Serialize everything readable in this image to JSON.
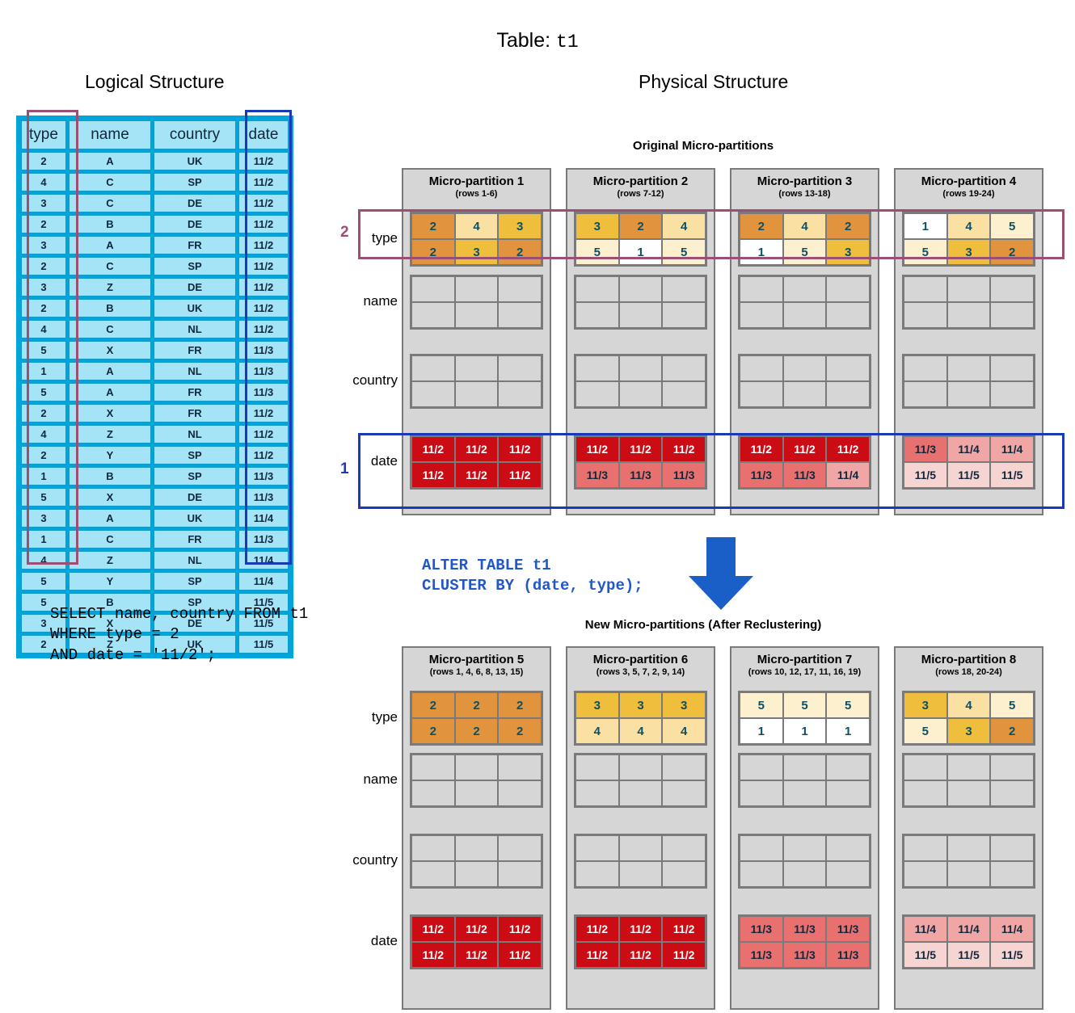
{
  "titles": {
    "table_prefix": "Table:",
    "table_name": "t1",
    "logical": "Logical Structure",
    "physical": "Physical Structure",
    "original_section": "Original Micro-partitions",
    "new_section": "New Micro-partitions (After Reclustering)"
  },
  "logical_table": {
    "columns": [
      "type",
      "name",
      "country",
      "date"
    ],
    "rows": [
      [
        "2",
        "A",
        "UK",
        "11/2"
      ],
      [
        "4",
        "C",
        "SP",
        "11/2"
      ],
      [
        "3",
        "C",
        "DE",
        "11/2"
      ],
      [
        "2",
        "B",
        "DE",
        "11/2"
      ],
      [
        "3",
        "A",
        "FR",
        "11/2"
      ],
      [
        "2",
        "C",
        "SP",
        "11/2"
      ],
      [
        "3",
        "Z",
        "DE",
        "11/2"
      ],
      [
        "2",
        "B",
        "UK",
        "11/2"
      ],
      [
        "4",
        "C",
        "NL",
        "11/2"
      ],
      [
        "5",
        "X",
        "FR",
        "11/3"
      ],
      [
        "1",
        "A",
        "NL",
        "11/3"
      ],
      [
        "5",
        "A",
        "FR",
        "11/3"
      ],
      [
        "2",
        "X",
        "FR",
        "11/2"
      ],
      [
        "4",
        "Z",
        "NL",
        "11/2"
      ],
      [
        "2",
        "Y",
        "SP",
        "11/2"
      ],
      [
        "1",
        "B",
        "SP",
        "11/3"
      ],
      [
        "5",
        "X",
        "DE",
        "11/3"
      ],
      [
        "3",
        "A",
        "UK",
        "11/4"
      ],
      [
        "1",
        "C",
        "FR",
        "11/3"
      ],
      [
        "4",
        "Z",
        "NL",
        "11/4"
      ],
      [
        "5",
        "Y",
        "SP",
        "11/4"
      ],
      [
        "5",
        "B",
        "SP",
        "11/5"
      ],
      [
        "3",
        "X",
        "DE",
        "11/5"
      ],
      [
        "2",
        "Z",
        "UK",
        "11/5"
      ]
    ]
  },
  "sql": {
    "select_query": "SELECT name, country FROM t1\nWHERE type = 2\nAND date = '11/2';",
    "alter_query": "ALTER TABLE t1\nCLUSTER BY (date, type);"
  },
  "row_labels": [
    "type",
    "name",
    "country",
    "date"
  ],
  "highlight_markers": {
    "type_marker": "2",
    "date_marker": "1"
  },
  "original_partitions": [
    {
      "title": "Micro-partition 1",
      "subtitle": "(rows 1-6)",
      "type": [
        "2",
        "4",
        "3",
        "2",
        "3",
        "2"
      ],
      "date": [
        "11/2",
        "11/2",
        "11/2",
        "11/2",
        "11/2",
        "11/2"
      ]
    },
    {
      "title": "Micro-partition 2",
      "subtitle": "(rows 7-12)",
      "type": [
        "3",
        "2",
        "4",
        "5",
        "1",
        "5"
      ],
      "date": [
        "11/2",
        "11/2",
        "11/2",
        "11/3",
        "11/3",
        "11/3"
      ]
    },
    {
      "title": "Micro-partition 3",
      "subtitle": "(rows 13-18)",
      "type": [
        "2",
        "4",
        "2",
        "1",
        "5",
        "3"
      ],
      "date": [
        "11/2",
        "11/2",
        "11/2",
        "11/3",
        "11/3",
        "11/4"
      ]
    },
    {
      "title": "Micro-partition 4",
      "subtitle": "(rows 19-24)",
      "type": [
        "1",
        "4",
        "5",
        "5",
        "3",
        "2"
      ],
      "date": [
        "11/3",
        "11/4",
        "11/4",
        "11/5",
        "11/5",
        "11/5"
      ]
    }
  ],
  "new_partitions": [
    {
      "title": "Micro-partition 5",
      "subtitle": "(rows 1, 4, 6, 8, 13, 15)",
      "type": [
        "2",
        "2",
        "2",
        "2",
        "2",
        "2"
      ],
      "date": [
        "11/2",
        "11/2",
        "11/2",
        "11/2",
        "11/2",
        "11/2"
      ]
    },
    {
      "title": "Micro-partition 6",
      "subtitle": "(rows 3, 5, 7, 2, 9, 14)",
      "type": [
        "3",
        "3",
        "3",
        "4",
        "4",
        "4"
      ],
      "date": [
        "11/2",
        "11/2",
        "11/2",
        "11/2",
        "11/2",
        "11/2"
      ]
    },
    {
      "title": "Micro-partition 7",
      "subtitle": "(rows 10, 12, 17, 11, 16, 19)",
      "type": [
        "5",
        "5",
        "5",
        "1",
        "1",
        "1"
      ],
      "date": [
        "11/3",
        "11/3",
        "11/3",
        "11/3",
        "11/3",
        "11/3"
      ]
    },
    {
      "title": "Micro-partition 8",
      "subtitle": "(rows 18, 20-24)",
      "type": [
        "3",
        "4",
        "5",
        "5",
        "3",
        "2"
      ],
      "date": [
        "11/4",
        "11/4",
        "11/4",
        "11/5",
        "11/5",
        "11/5"
      ]
    }
  ],
  "colors": {
    "type": {
      "1": "#FFFFFF",
      "2": "#E2933E",
      "3": "#EFBE3C",
      "4": "#FAE0A2",
      "5": "#FDF0CE"
    },
    "type_text": "#0d4f63",
    "date": {
      "11/2": "#CC0C14",
      "11/3": "#E8716F",
      "11/4": "#EFA6A4",
      "11/5": "#F5D4D2"
    },
    "date_text": {
      "11/2": "#FFFFFF",
      "11/3": "#10263b",
      "11/4": "#10263b",
      "11/5": "#10263b"
    },
    "logical_fill": "#A5E4F7",
    "logical_border": "#00A5DC",
    "type_highlight": "#9B4F72",
    "date_highlight": "#1939B7",
    "partition_bg": "#D6D6D6",
    "partition_border": "#7a7a7a",
    "arrow": "#1A5FC8",
    "alter_sql_color": "#2257C8"
  }
}
